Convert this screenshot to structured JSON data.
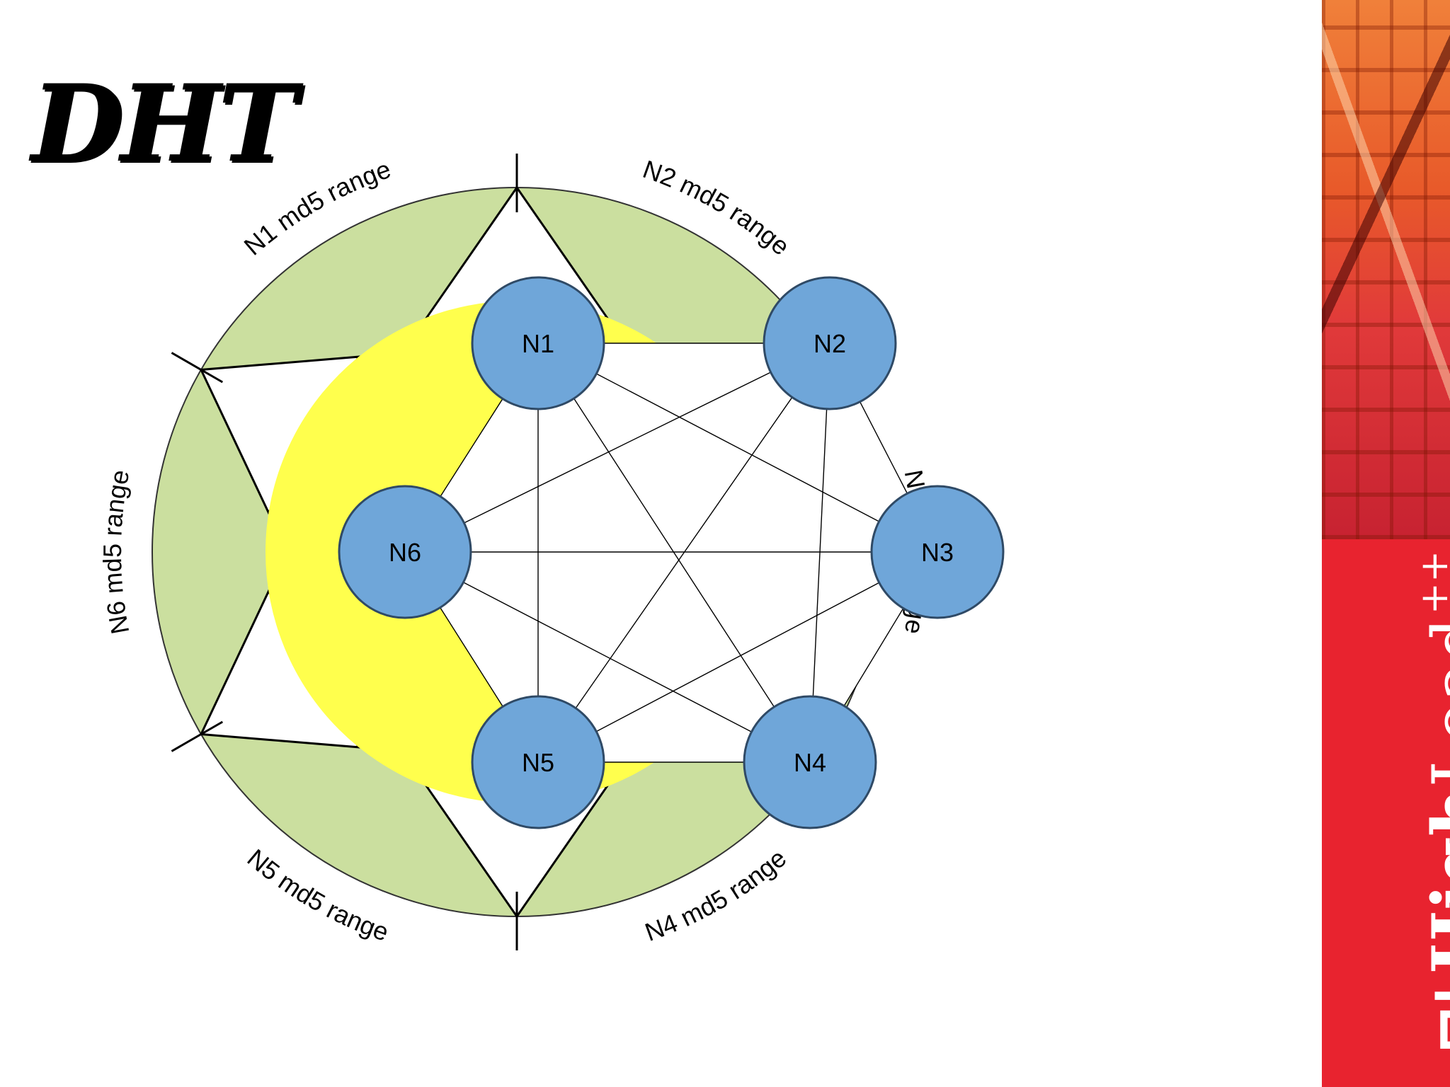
{
  "slide": {
    "title": "DHT"
  },
  "diagram": {
    "nodes": [
      {
        "id": "N1",
        "label": "N1"
      },
      {
        "id": "N2",
        "label": "N2"
      },
      {
        "id": "N3",
        "label": "N3"
      },
      {
        "id": "N4",
        "label": "N4"
      },
      {
        "id": "N5",
        "label": "N5"
      },
      {
        "id": "N6",
        "label": "N6"
      }
    ],
    "ranges": [
      {
        "node": "N1",
        "label": "N1 md5 range"
      },
      {
        "node": "N2",
        "label": "N2 md5 range"
      },
      {
        "node": "N3",
        "label": "N3 md5 range"
      },
      {
        "node": "N4",
        "label": "N4 md5 range"
      },
      {
        "node": "N5",
        "label": "N5 md5 range"
      },
      {
        "node": "N6",
        "label": "N6 md5 range"
      }
    ],
    "colors": {
      "outer_ring": "#cbdf9f",
      "inner_ring": "#ffff4d",
      "node_fill": "#6fa6d9",
      "node_stroke": "#2f4a66",
      "lines": "#000000"
    }
  },
  "brand": {
    "mark": "⊓|",
    "name_bold": "High",
    "name_light": "Load",
    "superscript": "++"
  }
}
